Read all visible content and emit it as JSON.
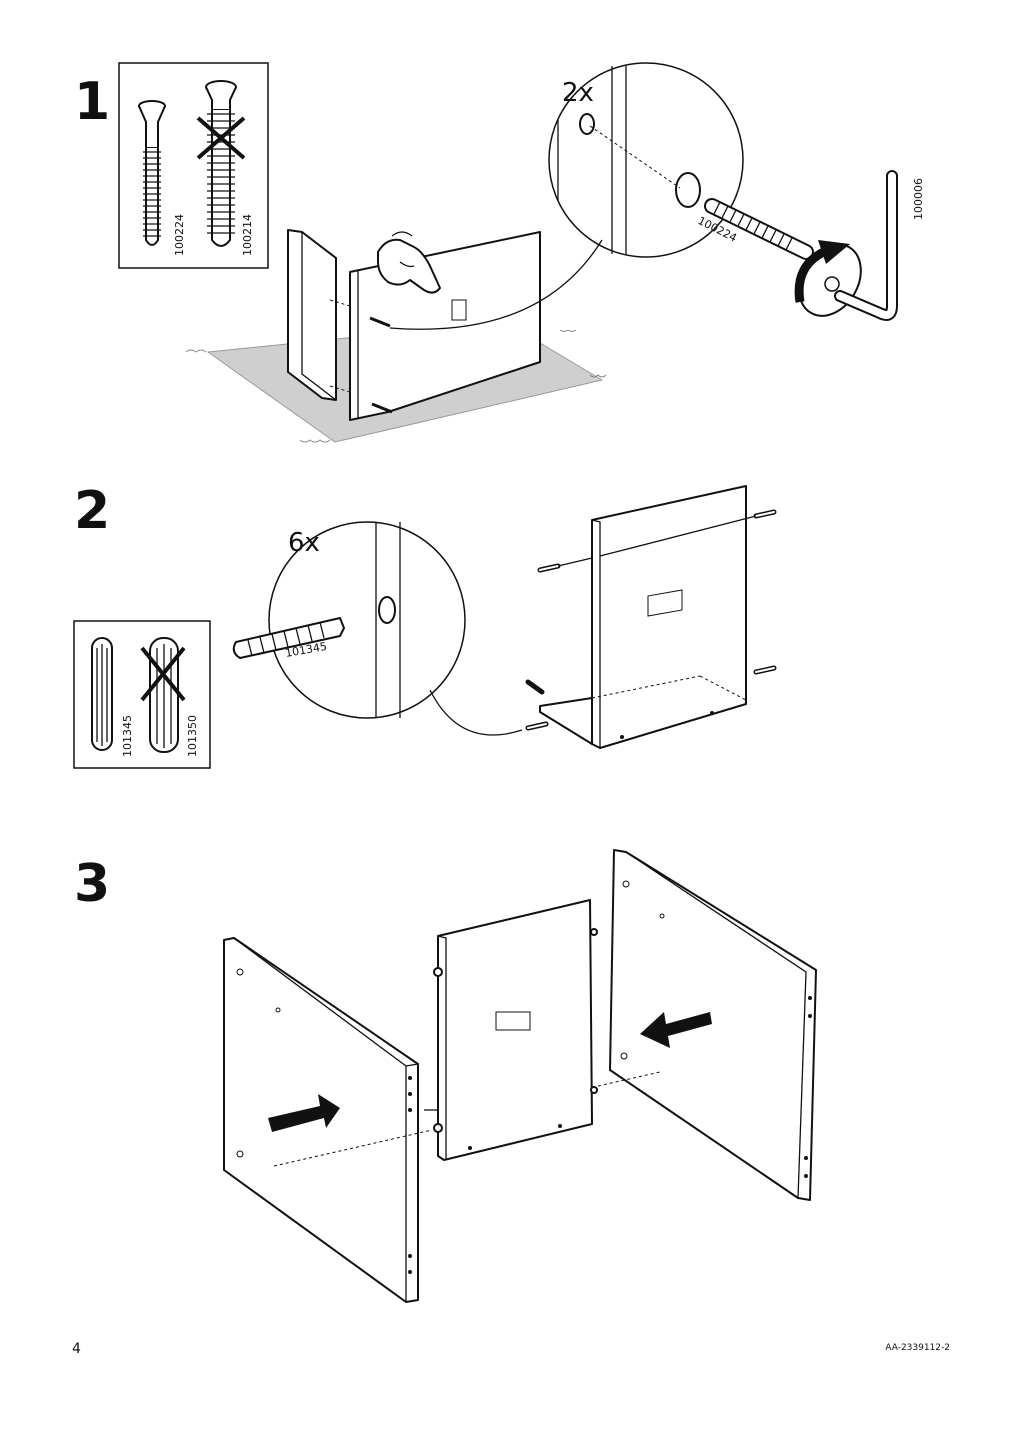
{
  "page": {
    "number": "4",
    "doc_code": "AA-2339112-2"
  },
  "colors": {
    "ink": "#111111",
    "paper": "#ffffff",
    "rug": "#cfcfcf"
  },
  "step1": {
    "number": "1",
    "callout_qty": "2x",
    "parts": {
      "correct": "100224",
      "wrong": "100214"
    },
    "callout_part": "100224",
    "tool_part": "100006",
    "icons": [
      "screw-icon",
      "wrong-screw-icon",
      "hand-icon",
      "allen-key-icon",
      "rotation-arrow-icon"
    ]
  },
  "step2": {
    "number": "2",
    "callout_qty": "6x",
    "parts": {
      "correct": "101345",
      "wrong": "101350"
    },
    "callout_part": "101345",
    "icons": [
      "dowel-icon",
      "wrong-dowel-icon"
    ]
  },
  "step3": {
    "number": "3",
    "icons": [
      "push-arrow-right-icon",
      "push-arrow-left-icon"
    ]
  }
}
